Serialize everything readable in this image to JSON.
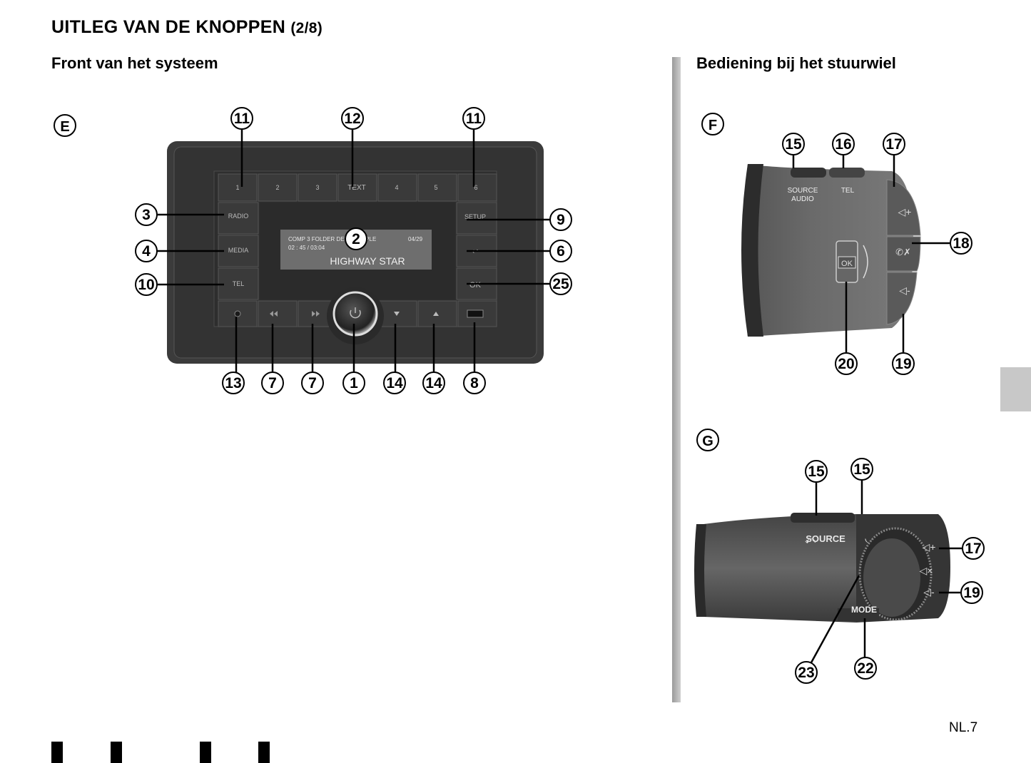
{
  "page": {
    "title_main": "UITLEG VAN DE KNOPPEN",
    "title_sub": "(2/8)",
    "page_number": "NL.7"
  },
  "left": {
    "heading": "Front van het systeem",
    "figure_label": "E",
    "unit": {
      "preset_buttons": [
        "1",
        "2",
        "3",
        "TEXT",
        "4",
        "5",
        "6"
      ],
      "left_buttons": [
        "RADIO",
        "MEDIA",
        "TEL"
      ],
      "right_buttons": [
        "SETUP",
        "↩",
        "OK"
      ],
      "screen_line1": "COMP 3 FOLDER DEEP PURPLE",
      "screen_track": "04/29",
      "screen_time": "02 : 45 / 03:04",
      "screen_title": "HIGHWAY STAR"
    },
    "callouts": {
      "c11a": "11",
      "c12": "12",
      "c11b": "11",
      "c3": "3",
      "c4": "4",
      "c10": "10",
      "c2": "2",
      "c9": "9",
      "c6": "6",
      "c25": "25",
      "c13": "13",
      "c7a": "7",
      "c7b": "7",
      "c1": "1",
      "c14a": "14",
      "c14b": "14",
      "c8": "8"
    }
  },
  "right": {
    "heading": "Bediening bij het stuurwiel",
    "figure_f": {
      "label": "F",
      "text_source_1": "SOURCE",
      "text_source_2": "AUDIO",
      "text_tel": "TEL",
      "text_ok": "OK",
      "callouts": {
        "c15": "15",
        "c16": "16",
        "c17": "17",
        "c18": "18",
        "c20": "20",
        "c19": "19"
      }
    },
    "figure_g": {
      "label": "G",
      "text_source": "SOURCE",
      "text_mode": "MODE",
      "callouts": {
        "c15a": "15",
        "c15b": "15",
        "c17": "17",
        "c19": "19",
        "c23": "23",
        "c22": "22"
      }
    }
  },
  "colors": {
    "unit_body": "#3b3b3b",
    "screen": "#6e6e6e",
    "divider": "#a8a8a8",
    "tab": "#c8c8c8"
  }
}
